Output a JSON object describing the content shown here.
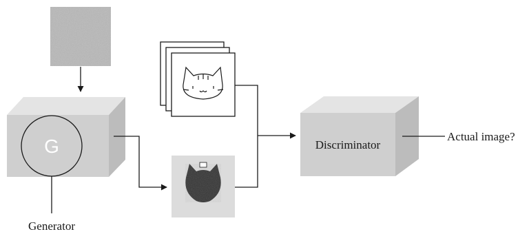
{
  "diagram": {
    "generator_symbol": "G",
    "generator_label": "Generator",
    "discriminator_label": "Discriminator",
    "output_label": "Actual image?",
    "colors": {
      "box_front": "#cfcfcf",
      "box_top": "#e4e4e4",
      "box_side": "#bcbcbc",
      "noise": "#b8b8b8",
      "line": "#1a1a1a"
    },
    "icons": {
      "noise_input": "noise-square",
      "real_images": "cat-drawing-stack",
      "fake_image": "generated-cat-image"
    }
  }
}
